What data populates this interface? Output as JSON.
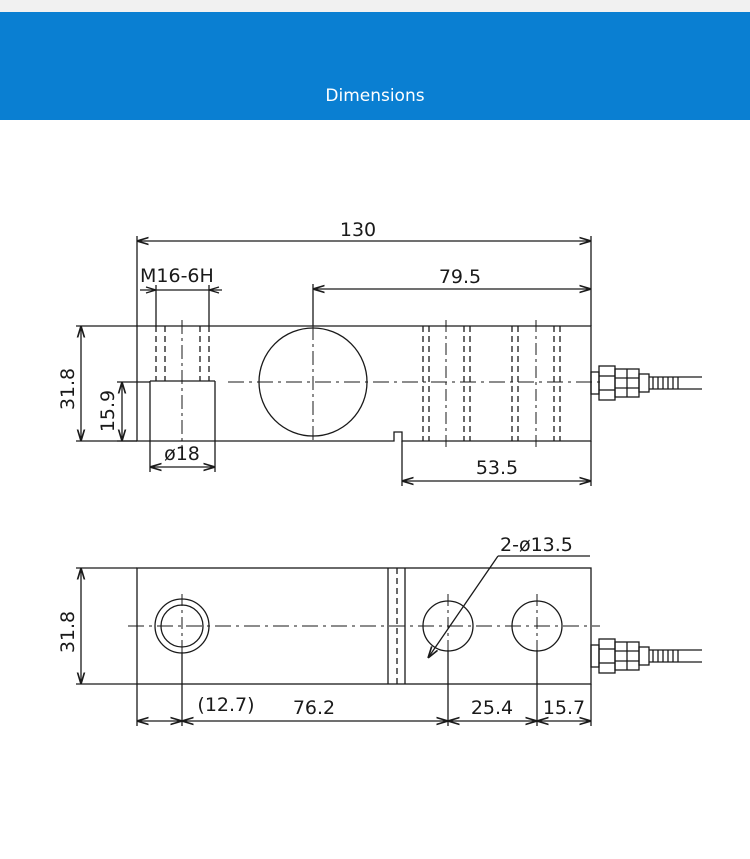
{
  "header": {
    "title": "Dimensions"
  },
  "colors": {
    "banner": "#0a7fd2",
    "line": "#1a1a1a"
  },
  "drawing": {
    "side_view": {
      "overall_length": "130",
      "thread": "M16-6H",
      "load_to_end": "79.5",
      "height": "31.8",
      "half_height": "15.9",
      "counterbore": "ø18",
      "groove_to_end": "53.5"
    },
    "top_view": {
      "holes": "2-ø13.5",
      "height": "31.8",
      "edge_offset": "(12.7)",
      "center_span": "76.2",
      "hole_pitch": "25.4",
      "end_offset": "15.7"
    }
  }
}
